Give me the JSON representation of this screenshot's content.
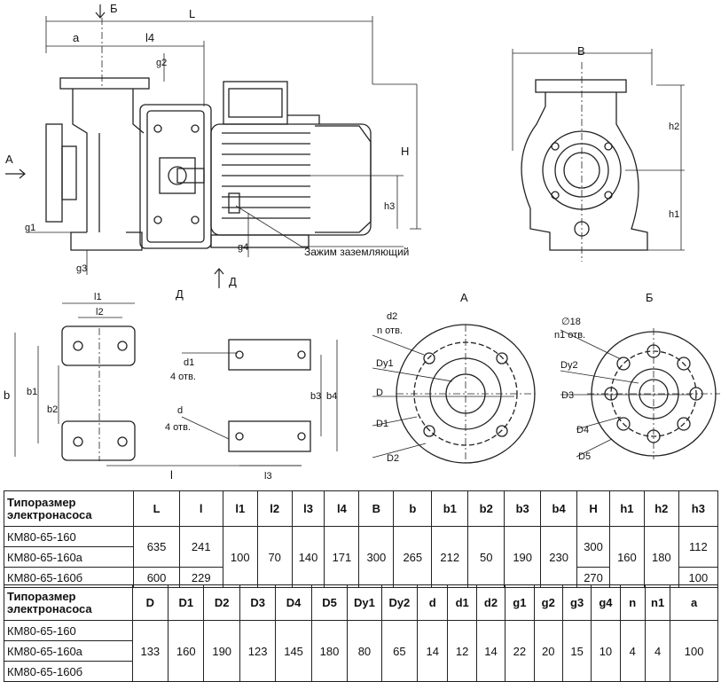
{
  "drawing": {
    "labels": {
      "view_b_arrow": "Б",
      "view_a_arrow": "А",
      "view_d_arrow": "Д",
      "L": "L",
      "a": "a",
      "l4": "l4",
      "g2": "g2",
      "H": "H",
      "h3": "h3",
      "g1": "g1",
      "g3": "g3",
      "g4": "g4",
      "ground_clamp": "Зажим заземляющий",
      "B": "B",
      "h2": "h2",
      "h1": "h1",
      "view_d_title": "Д",
      "view_a_title": "А",
      "view_b_title": "Б",
      "l1": "l1",
      "l2": "l2",
      "b": "b",
      "b1": "b1",
      "b2": "b2",
      "b3": "b3",
      "b4": "b4",
      "d1": "d1",
      "holes4_top": "4 отв.",
      "d": "d",
      "holes4_bottom": "4 отв.",
      "l": "l",
      "l3": "l3",
      "d2": "d2",
      "n_holes": "n отв.",
      "Dy1": "Dy1",
      "D": "D",
      "D1": "D1",
      "D2": "D2",
      "dia18": "∅18",
      "n1_holes": "n1 отв.",
      "Dy2": "Dy2",
      "D3": "D3",
      "D4": "D4",
      "D5": "D5"
    }
  },
  "table1": {
    "header": [
      "Типоразмер электронасоса",
      "L",
      "l",
      "l1",
      "l2",
      "l3",
      "l4",
      "B",
      "b",
      "b1",
      "b2",
      "b3",
      "b4",
      "H",
      "h1",
      "h2",
      "h3"
    ],
    "models": [
      "КМ80-65-160",
      "КМ80-65-160а",
      "КМ80-65-160б"
    ],
    "L": [
      "635",
      "600"
    ],
    "l": [
      "241",
      "229"
    ],
    "common": [
      "100",
      "70",
      "140",
      "171",
      "300",
      "265",
      "212",
      "50",
      "190",
      "230"
    ],
    "H": [
      "300",
      "270"
    ],
    "h1": "160",
    "h2": "180",
    "h3": [
      "112",
      "100"
    ]
  },
  "table2": {
    "header": [
      "Типоразмер электронасоса",
      "D",
      "D1",
      "D2",
      "D3",
      "D4",
      "D5",
      "Dy1",
      "Dy2",
      "d",
      "d1",
      "d2",
      "g1",
      "g2",
      "g3",
      "g4",
      "n",
      "n1",
      "a"
    ],
    "models": [
      "КМ80-65-160",
      "КМ80-65-160а",
      "КМ80-65-160б"
    ],
    "values": [
      "133",
      "160",
      "190",
      "123",
      "145",
      "180",
      "80",
      "65",
      "14",
      "12",
      "14",
      "22",
      "20",
      "15",
      "10",
      "4",
      "4",
      "100"
    ]
  }
}
